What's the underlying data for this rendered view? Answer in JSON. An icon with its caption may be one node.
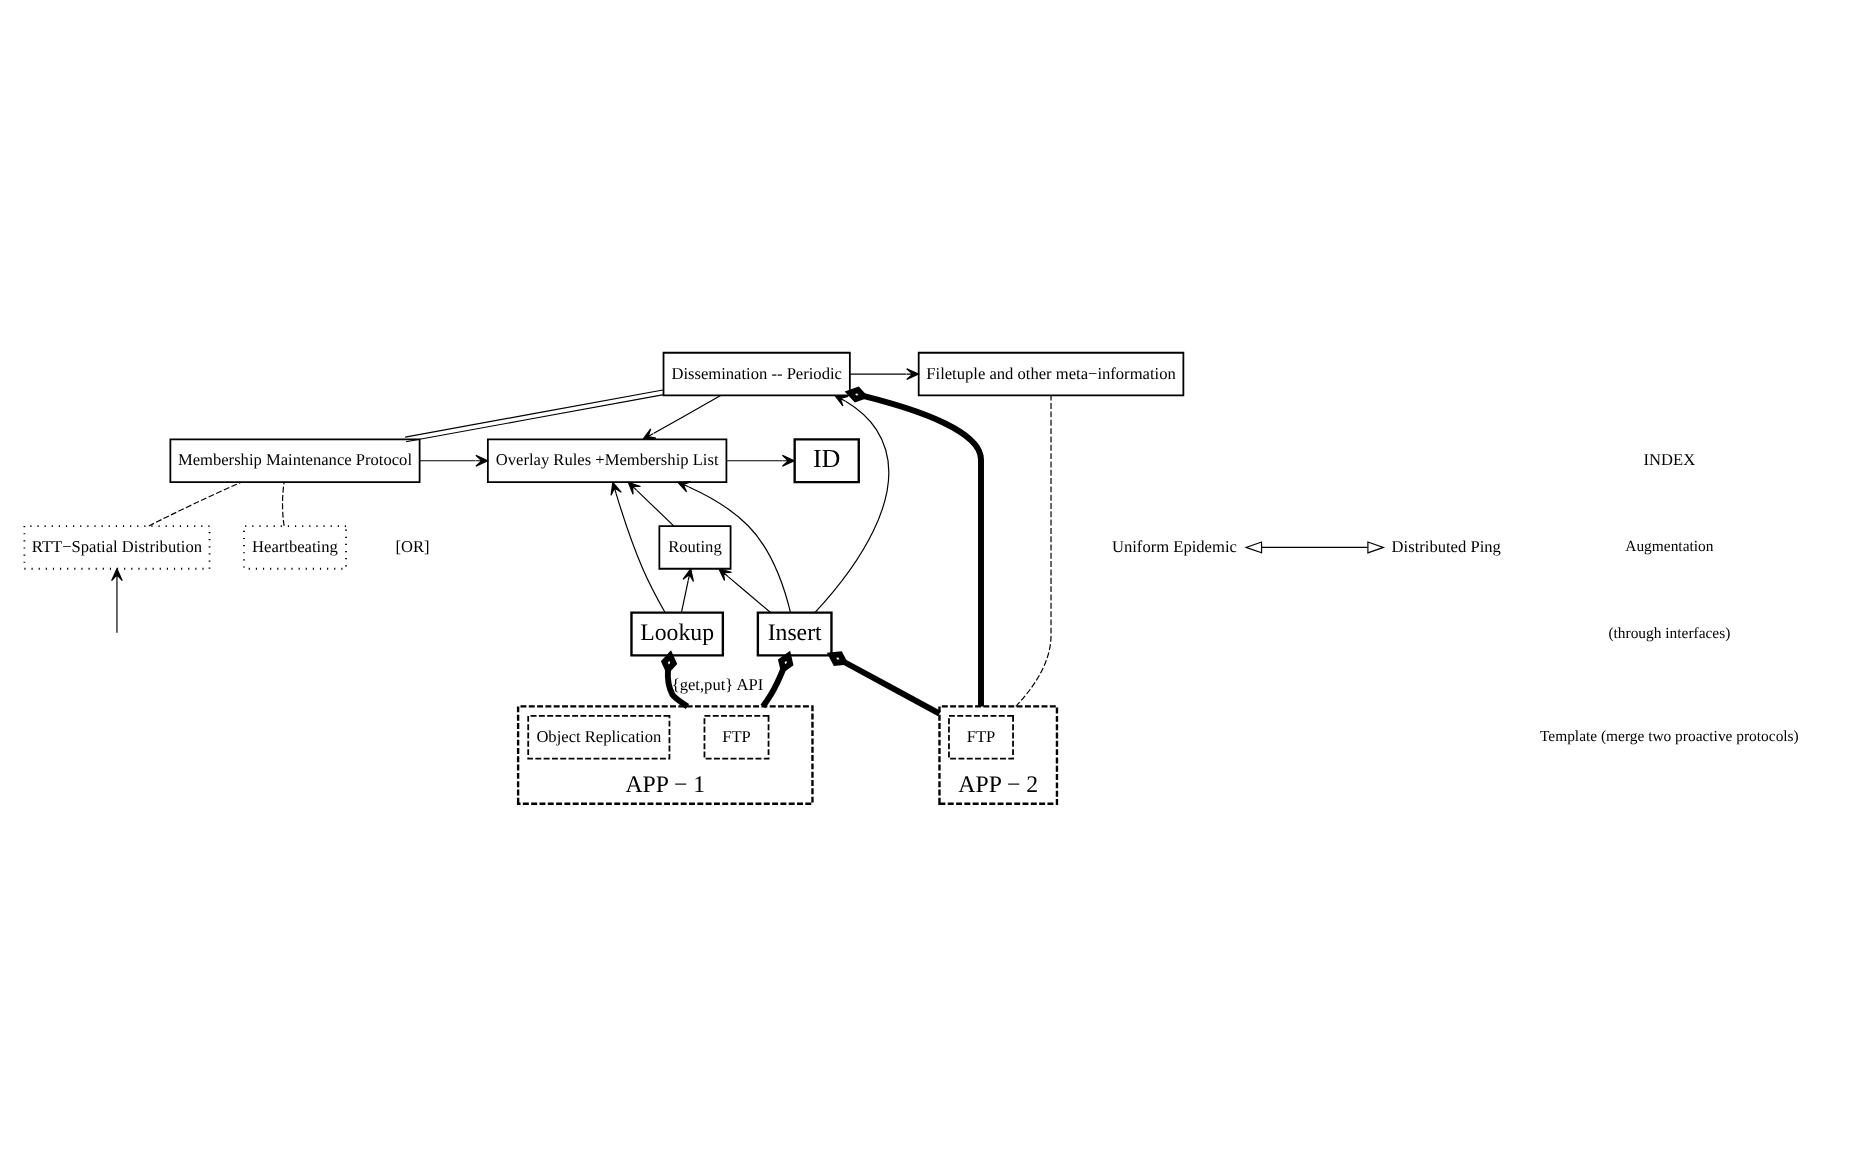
{
  "diagram": {
    "nodes": [
      {
        "text": [
          "RTT−Spatial Distribution"
        ]
      },
      {
        "text": [
          "Uniform Epidemic"
        ]
      },
      {
        "text": [
          "Distributed Ping"
        ]
      },
      {
        "text": [
          "Heartbeating"
        ]
      },
      {
        "text": [
          "ID"
        ]
      },
      {
        "text": [
          "Overlay Rules +Membership List"
        ]
      },
      {
        "text": [
          "Membership Maintenance Protocol"
        ]
      },
      {
        "text": [
          "Filetuple and other meta−information"
        ]
      },
      {
        "text": [
          "Dissemination -- Periodic"
        ]
      },
      {
        "text": [
          "Routing"
        ]
      },
      {
        "text": [
          "Insert"
        ]
      },
      {
        "text": [
          "Lookup"
        ]
      },
      {
        "text": [
          "APP − 2"
        ]
      },
      {
        "text": [
          "FTP"
        ],
        "in": 12
      },
      {
        "text": [
          "APP − 1"
        ]
      },
      {
        "text": [
          "FTP"
        ],
        "in": 14
      },
      {
        "text": [
          "Object Replication"
        ],
        "in": 14
      }
    ],
    "edges": [
      {
        "from": 1,
        "to": 2,
        "arrow": "both"
      },
      {
        "from": null,
        "to": 0,
        "arrow": "to"
      },
      {
        "from": 0,
        "to": 6,
        "arrow": "none",
        "style": "dashed"
      },
      {
        "from": 3,
        "to": 6,
        "arrow": "none",
        "style": "dashed"
      },
      {
        "from": 6,
        "to": 5,
        "arrow": "to"
      },
      {
        "from": 5,
        "to": 4,
        "arrow": "to"
      },
      {
        "from": 6,
        "to": 8,
        "arrow": "none"
      },
      {
        "from": 8,
        "to": 5,
        "arrow": "to"
      },
      {
        "from": 10,
        "to": 5,
        "arrow": "to"
      },
      {
        "from": 9,
        "to": 5,
        "arrow": "to"
      },
      {
        "from": 11,
        "to": 5,
        "arrow": "to"
      },
      {
        "from": 8,
        "to": 7,
        "arrow": "to"
      },
      {
        "from": 10,
        "to": 8,
        "arrow": "to"
      },
      {
        "from": 10,
        "to": 9,
        "arrow": "to"
      },
      {
        "from": 11,
        "to": 9,
        "arrow": "to"
      },
      {
        "from": 12,
        "to": 8,
        "arrow": "other",
        "style": "thick"
      },
      {
        "from": 12,
        "to": 10,
        "arrow": "other",
        "style": "thick"
      },
      {
        "from": 14,
        "to": 10,
        "arrow": "other",
        "style": "thick"
      },
      {
        "from": 14,
        "to": 11,
        "arrow": "other",
        "style": "thick",
        "label": "{get,put} API"
      },
      {
        "from": 12,
        "to": 7,
        "arrow": "none",
        "style": "dashed"
      }
    ],
    "labels": [
      "[OR]",
      "INDEX"
    ],
    "legend": [
      {
        "text": "Augmentation"
      },
      {
        "text": "(through interfaces)"
      },
      {
        "text": "Template (merge two proactive protocols)"
      }
    ]
  }
}
